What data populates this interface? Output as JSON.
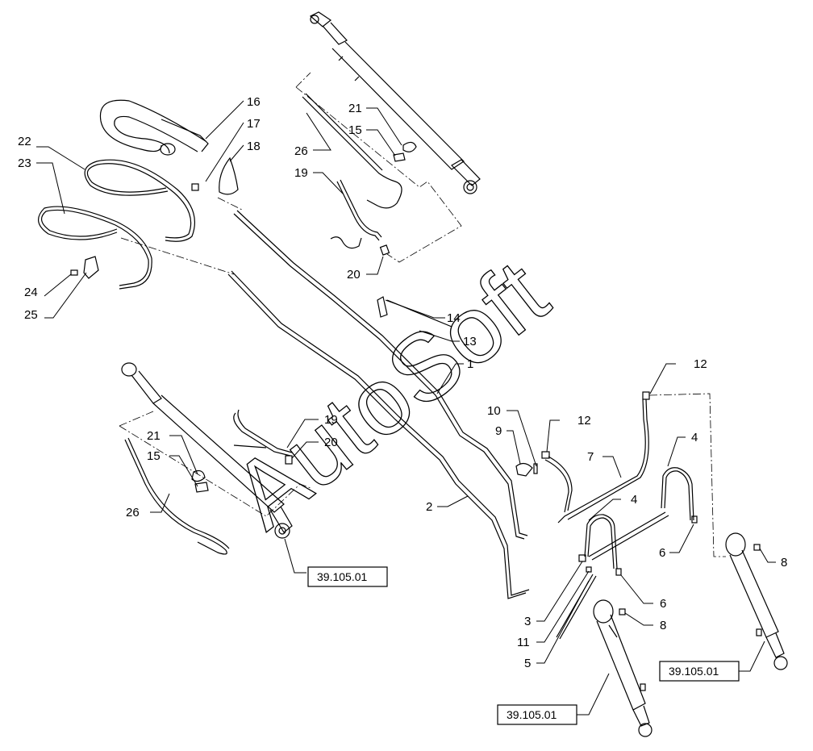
{
  "watermark": "AutoSoft",
  "callouts": {
    "c1": "1",
    "c2": "2",
    "c3": "3",
    "c4a": "4",
    "c4b": "4",
    "c5": "5",
    "c6a": "6",
    "c6b": "6",
    "c7": "7",
    "c8a": "8",
    "c8b": "8",
    "c9": "9",
    "c10": "10",
    "c11": "11",
    "c12a": "12",
    "c12b": "12",
    "c13": "13",
    "c14": "14",
    "c15a": "15",
    "c15b": "15",
    "c16": "16",
    "c17": "17",
    "c18": "18",
    "c19a": "19",
    "c19b": "19",
    "c20a": "20",
    "c20b": "20",
    "c21a": "21",
    "c21b": "21",
    "c22": "22",
    "c23": "23",
    "c24": "24",
    "c25": "25",
    "c26a": "26",
    "c26b": "26"
  },
  "references": {
    "ref_left": "39.105.01",
    "ref_bottom": "39.105.01",
    "ref_right": "39.105.01"
  },
  "colors": {
    "line": "#000000",
    "background": "#ffffff"
  }
}
